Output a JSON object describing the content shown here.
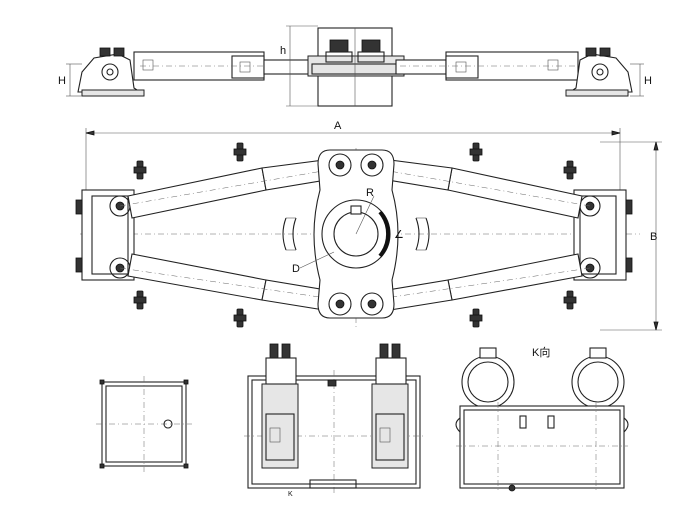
{
  "labels": {
    "dim_a": "A",
    "dim_b": "B",
    "dim_h_left": "H",
    "dim_h_right": "H",
    "dim_h_center": "h",
    "dim_r": "R",
    "dim_d": "D",
    "view_k": "K向",
    "arrow_k": "K"
  }
}
